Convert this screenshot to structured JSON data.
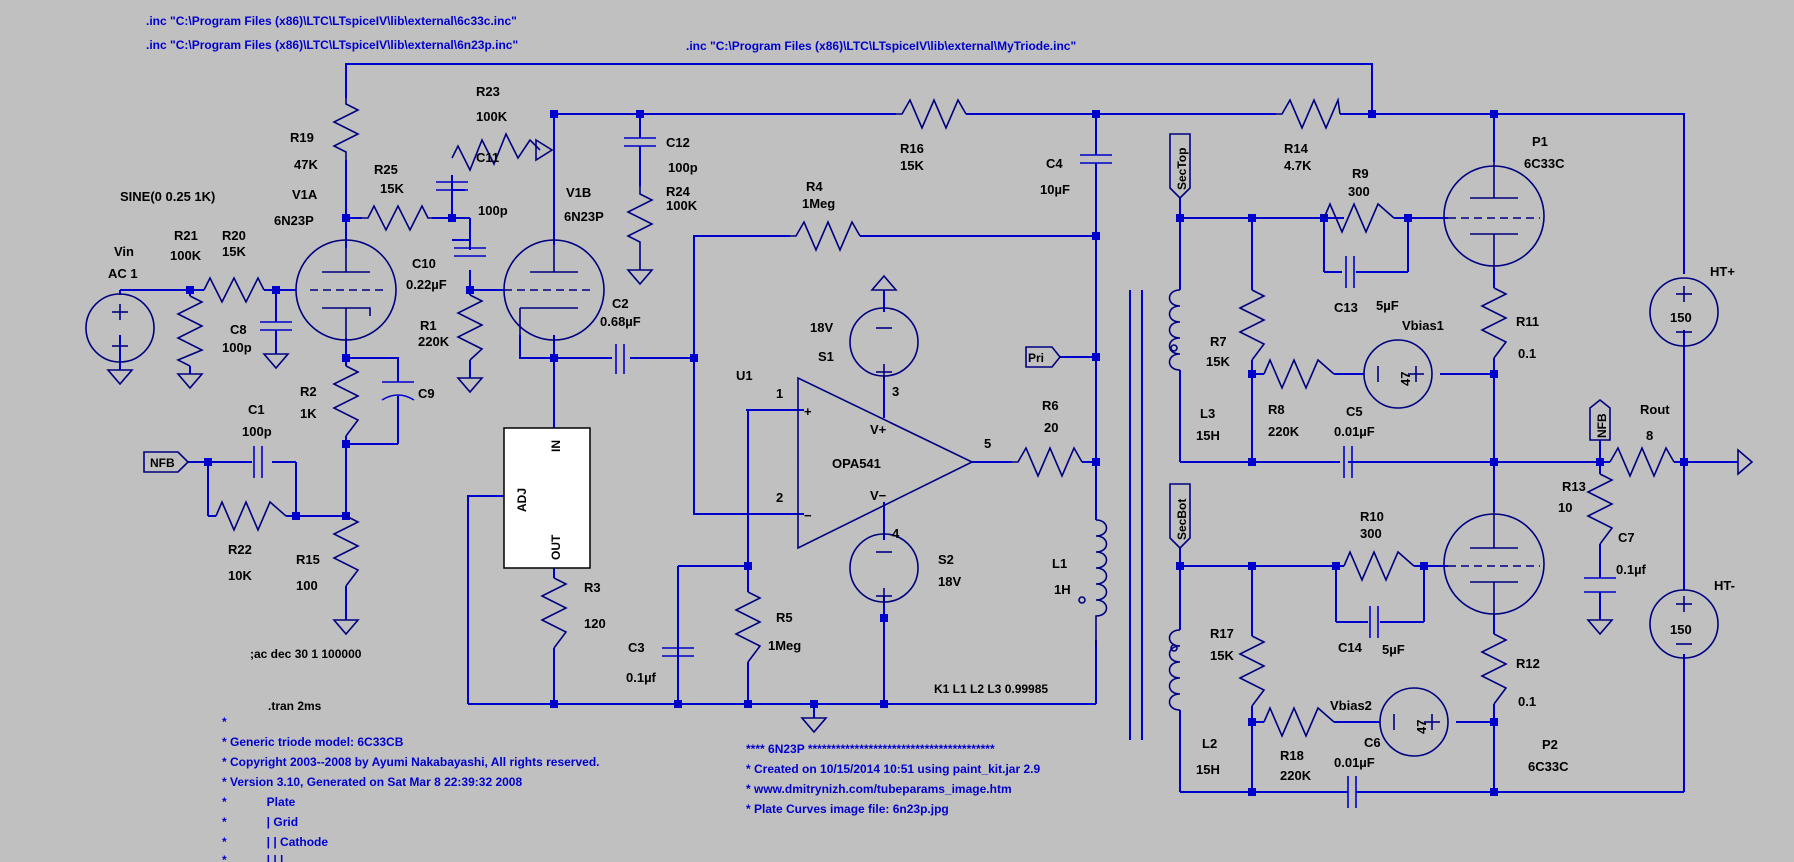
{
  "directives": {
    "inc1": ".inc \"C:\\Program Files (x86)\\LTC\\LTspiceIV\\lib\\external\\6c33c.inc\"",
    "inc2": ".inc \"C:\\Program Files (x86)\\LTC\\LTspiceIV\\lib\\external\\6n23p.inc\"",
    "inc3": ".inc \"C:\\Program Files (x86)\\LTC\\LTspiceIV\\lib\\external\\MyTriode.inc\"",
    "ac": ";ac dec 30 1 100000",
    "tran": ".tran 2ms",
    "coupling": "K1 L1 L2 L3 0.99985"
  },
  "comment_6c33": [
    "*",
    "* Generic triode model: 6C33CB",
    "* Copyright 2003--2008 by Ayumi Nakabayashi, All rights reserved.",
    "* Version 3.10, Generated on Sat Mar  8 22:39:32 2008",
    "*            Plate",
    "*            | Grid",
    "*            | | Cathode",
    "*            | | |"
  ],
  "comment_6n23": [
    "**** 6N23P ****************************************",
    "* Created on 10/15/2014 10:51 using paint_kit.jar 2.9",
    "* www.dmitrynizh.com/tubeparams_image.htm",
    "* Plate Curves image file: 6n23p.jpg"
  ],
  "source": {
    "name": "Vin",
    "ac": "AC 1",
    "sine": "SINE(0 0.25 1K)"
  },
  "components": {
    "R19": {
      "name": "R19",
      "value": "47K"
    },
    "R23": {
      "name": "R23",
      "value": "100K"
    },
    "R25": {
      "name": "R25",
      "value": "15K"
    },
    "C11": {
      "name": "C11",
      "value": "100p"
    },
    "C12": {
      "name": "C12",
      "value": "100p"
    },
    "R24": {
      "name": "R24",
      "value": "100K"
    },
    "R16": {
      "name": "R16",
      "value": "15K"
    },
    "R14": {
      "name": "R14",
      "value": "4.7K"
    },
    "C4": {
      "name": "C4",
      "value": "10µF"
    },
    "R4": {
      "name": "R4",
      "value": "1Meg"
    },
    "R21": {
      "name": "R21",
      "value": "100K"
    },
    "R20": {
      "name": "R20",
      "value": "15K"
    },
    "C8": {
      "name": "C8",
      "value": "100p"
    },
    "C10": {
      "name": "C10",
      "value": "0.22µF"
    },
    "R1": {
      "name": "R1",
      "value": "220K"
    },
    "C2": {
      "name": "C2",
      "value": "0.68µF"
    },
    "R2": {
      "name": "R2",
      "value": "1K"
    },
    "C9": {
      "name": "C9",
      "value": ""
    },
    "C1": {
      "name": "C1",
      "value": "100p"
    },
    "R22": {
      "name": "R22",
      "value": "10K"
    },
    "R15": {
      "name": "R15",
      "value": "100"
    },
    "R3": {
      "name": "R3",
      "value": "120"
    },
    "C3": {
      "name": "C3",
      "value": "0.1µf"
    },
    "R5": {
      "name": "R5",
      "value": "1Meg"
    },
    "S1": {
      "name": "S1",
      "value": "18V"
    },
    "S2": {
      "name": "S2",
      "value": "18V"
    },
    "U1": {
      "name": "U1",
      "value": "OPA541"
    },
    "R6": {
      "name": "R6",
      "value": "20"
    },
    "L1": {
      "name": "L1",
      "value": "1H"
    },
    "R9": {
      "name": "R9",
      "value": "300"
    },
    "C13": {
      "name": "C13",
      "value": "5µF"
    },
    "R7": {
      "name": "R7",
      "value": "15K"
    },
    "R8": {
      "name": "R8",
      "value": "220K"
    },
    "C5": {
      "name": "C5",
      "value": "0.01µF"
    },
    "L3": {
      "name": "L3",
      "value": "15H"
    },
    "R11": {
      "name": "R11",
      "value": "0.1"
    },
    "Vbias1": {
      "name": "Vbias1",
      "value": "47"
    },
    "R10": {
      "name": "R10",
      "value": "300"
    },
    "C14": {
      "name": "C14",
      "value": "5µF"
    },
    "R17": {
      "name": "R17",
      "value": "15K"
    },
    "R18": {
      "name": "R18",
      "value": "220K"
    },
    "C6": {
      "name": "C6",
      "value": "0.01µF"
    },
    "L2": {
      "name": "L2",
      "value": "15H"
    },
    "R12": {
      "name": "R12",
      "value": "0.1"
    },
    "Vbias2": {
      "name": "Vbias2",
      "value": "47"
    },
    "R13": {
      "name": "R13",
      "value": "10"
    },
    "C7": {
      "name": "C7",
      "value": "0.1µf"
    },
    "Rout": {
      "name": "Rout",
      "value": "8"
    },
    "HTp": {
      "name": "HT+",
      "value": "150"
    },
    "HTm": {
      "name": "HT-",
      "value": "150"
    },
    "V1A": {
      "name": "V1A",
      "value": "6N23P"
    },
    "V1B": {
      "name": "V1B",
      "value": "6N23P"
    },
    "P1": {
      "name": "P1",
      "value": "6C33C"
    },
    "P2": {
      "name": "P2",
      "value": "6C33C"
    }
  },
  "ports": {
    "nfb1": "NFB",
    "nfb2": "NFB",
    "pri": "Pri",
    "sectop": "SecTop",
    "secbot": "SecBot"
  },
  "reg": {
    "adj": "ADJ",
    "in": "IN",
    "out": "OUT"
  },
  "opamp": {
    "plus": "+",
    "minus": "−",
    "vplus": "V+",
    "vminus": "V−",
    "pin1": "1",
    "pin2": "2",
    "pin3": "3",
    "pin4": "4",
    "pin5": "5"
  }
}
